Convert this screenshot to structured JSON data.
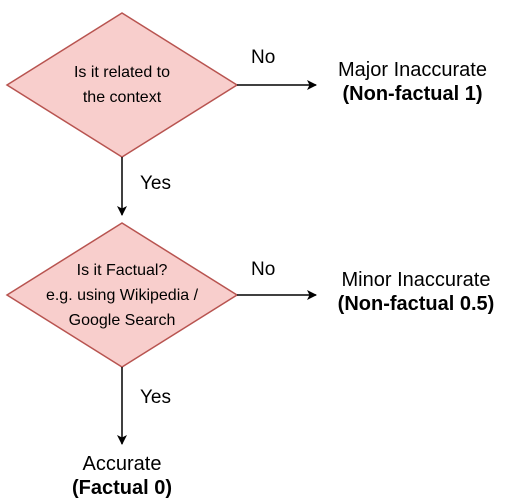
{
  "colors": {
    "diamond_fill": "#f8cecc",
    "diamond_stroke": "#b85450",
    "line": "#000000",
    "text": "#000000"
  },
  "decision1": {
    "line1": "Is it related to",
    "line2": "the context"
  },
  "decision2": {
    "line1": "Is it Factual?",
    "line2": "e.g. using Wikipedia /",
    "line3": "Google Search"
  },
  "edges": {
    "d1_no": "No",
    "d1_yes": "Yes",
    "d2_no": "No",
    "d2_yes": "Yes"
  },
  "outcomes": {
    "major": {
      "title": "Major Inaccurate",
      "score": "(Non-factual 1)"
    },
    "minor": {
      "title": "Minor Inaccurate",
      "score": "(Non-factual 0.5)"
    },
    "accurate": {
      "title": "Accurate",
      "score": "(Factual 0)"
    }
  }
}
